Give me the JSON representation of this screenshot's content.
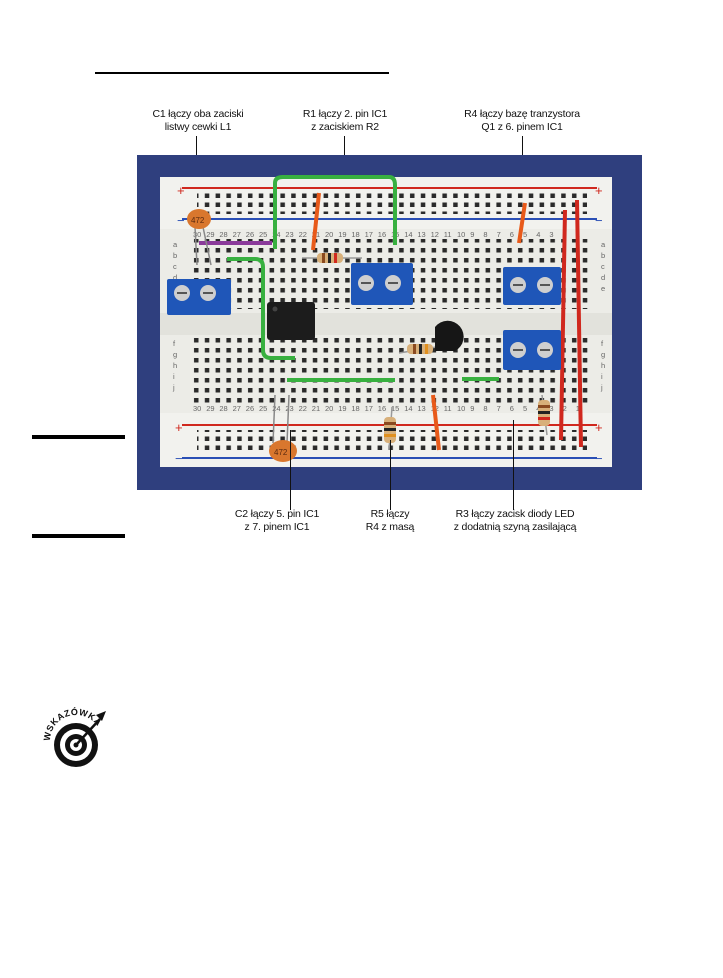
{
  "captions": {
    "c1": [
      "C1 łączy oba zaciski",
      "listwy cewki L1"
    ],
    "r1": [
      "R1 łączy 2. pin IC1",
      "z zaciskiem R2"
    ],
    "r4": [
      "R4 łączy bazę tranzystora",
      "Q1 z 6. pinem IC1"
    ],
    "c2": [
      "C2 łączy 5. pin IC1",
      "z 7. pinem IC1"
    ],
    "r5": [
      "R5 łączy",
      "R4 z masą"
    ],
    "r3": [
      "R3 łączy zacisk diody LED",
      "z dodatnią szyną zasilającą"
    ]
  },
  "breadboard": {
    "rail_plus": "+",
    "rail_minus": "−",
    "row_letters_top": [
      "a",
      "b",
      "c",
      "d",
      "e"
    ],
    "row_letters_bottom": [
      "f",
      "g",
      "h",
      "i",
      "j"
    ],
    "column_numbers": [
      "30",
      "29",
      "28",
      "27",
      "26",
      "25",
      "24",
      "23",
      "22",
      "21",
      "20",
      "19",
      "18",
      "17",
      "16",
      "15",
      "14",
      "13",
      "12",
      "11",
      "10",
      "9",
      "8",
      "7",
      "6",
      "5",
      "4",
      "3",
      "2",
      "1"
    ],
    "capacitor_label_c1": "472",
    "capacitor_label_c2": "472"
  },
  "tip_badge": {
    "label": "WSKAZÓWKA"
  },
  "colors": {
    "photo_background": "#2f3f7e",
    "board": "#eeeeea",
    "rail_red": "#d0281e",
    "rail_blue": "#2a4fb5",
    "terminal_blue": "#1f56b8",
    "wire_green": "#38b040",
    "wire_orange": "#e85a1a",
    "wire_red": "#d0281e",
    "capacitor_orange": "#d9772e"
  }
}
